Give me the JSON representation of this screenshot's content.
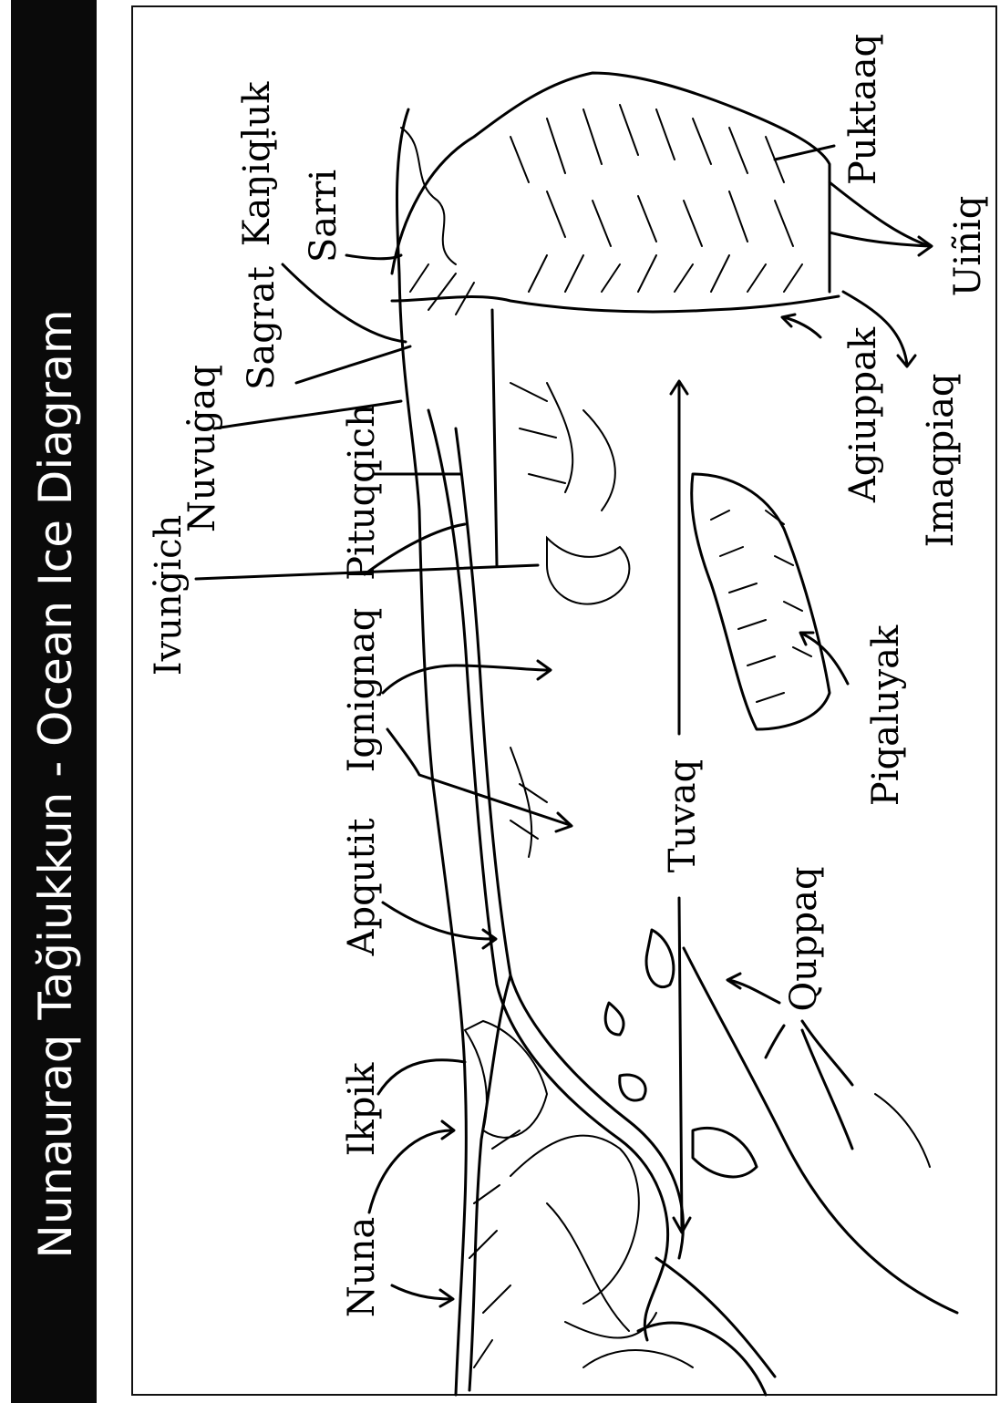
{
  "title": "Nunauraq Tağiukkun - Ocean Ice Diagram",
  "colors": {
    "background": "#ffffff",
    "sidebar": "#0a0a0a",
    "title_text": "#ffffff",
    "ink": "#000000"
  },
  "labels": {
    "nuna": "Nuna",
    "ikpik": "Ikpik",
    "apqutit": "Apqutit",
    "ignignaq": "Ignignaq",
    "ivungich": "Ivunġich",
    "pituqqich": "Pituqqich",
    "nuvugaq": "Nuvuġaq",
    "sagrat": "Sagrat",
    "kaniqluk": "Kaŋiqḷuk",
    "sarri": "Sarri",
    "puktaaq": "Puktaaq",
    "uiniq": "Uiñiq",
    "agiuppak": "Agiuppak",
    "imaqpiaq": "Imaqpiaq",
    "piqaluyak": "Piqaluyak",
    "tuvaq": "Tuvaq",
    "quppaq": "Quppaq"
  }
}
